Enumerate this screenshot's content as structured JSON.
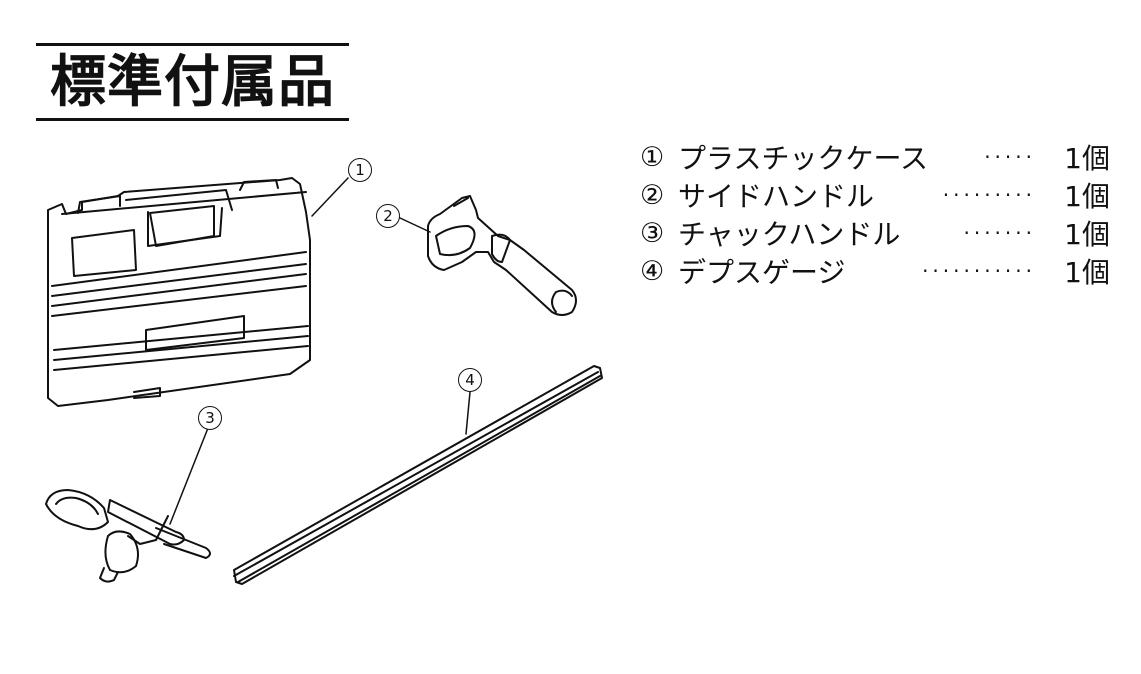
{
  "section": {
    "title": "標準付属品"
  },
  "accessories": [
    {
      "number": "①",
      "name": "プラスチックケース",
      "dots": "·····",
      "quantity": "1個"
    },
    {
      "number": "②",
      "name": "サイドハンドル",
      "dots": "·········",
      "quantity": "1個"
    },
    {
      "number": "③",
      "name": "チャックハンドル",
      "dots": "·······",
      "quantity": "1個"
    },
    {
      "number": "④",
      "name": "デプスゲージ",
      "dots": "···········",
      "quantity": "1個"
    }
  ],
  "callouts": {
    "c1": "1",
    "c2": "2",
    "c3": "3",
    "c4": "4"
  }
}
